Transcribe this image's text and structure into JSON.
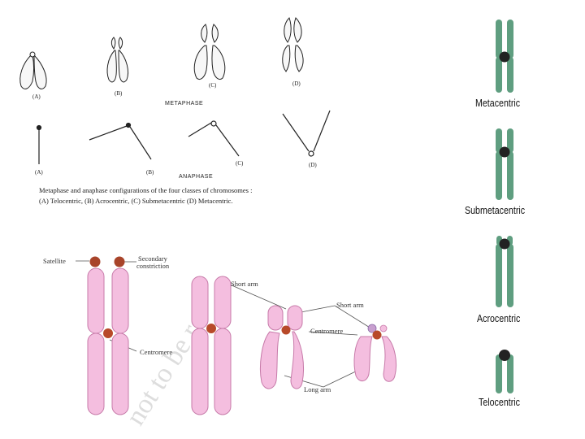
{
  "metaphase": {
    "title": "METAPHASE",
    "labels": [
      "(A)",
      "(B)",
      "(C)",
      "(D)"
    ]
  },
  "anaphase": {
    "title": "ANAPHASE",
    "labels": [
      "(A)",
      "(B)",
      "(C)",
      "(D)"
    ]
  },
  "caption": {
    "line1": "Metaphase and anaphase configurations of the four classes of chromosomes :",
    "line2": "(A) Telocentric, (B) Acrocentric, (C) Submetacentric (D) Metacentric."
  },
  "detail": {
    "satellite": "Satellite",
    "secondary_constriction_1": "Secondary",
    "secondary_constriction_2": "constriction",
    "centromere_left": "Centromere",
    "short_arm_1": "Short arm",
    "short_arm_2": "Short arm",
    "centromere_right": "Centromere",
    "long_arm": "Long arm",
    "watermark": "not to be re"
  },
  "types": {
    "metacentric": "Metacentric",
    "submetacentric": "Submetacentric",
    "acrocentric": "Acrocentric",
    "telocentric": "Telocentric"
  },
  "colors": {
    "pink": "#f4bedf",
    "pink_edge": "#b05a8e",
    "centromere": "#b84a2a",
    "green": "#5f9e80",
    "knob": "#222222"
  }
}
